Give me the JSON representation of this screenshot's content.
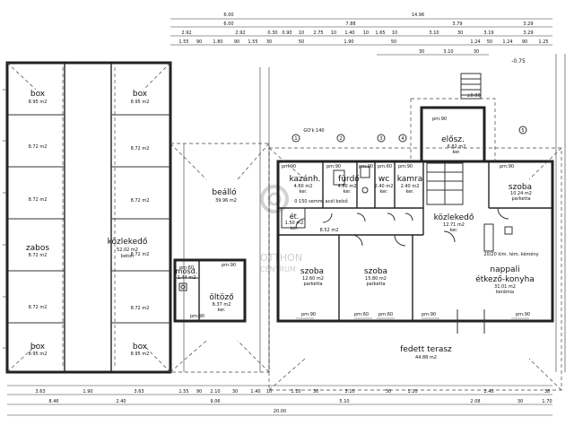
{
  "watermark": {
    "name": "OTTHON",
    "sub": "CENTRUM"
  },
  "rooms": [
    {
      "id": "box-tl",
      "name": "box",
      "area": "8.95 m2"
    },
    {
      "id": "box-tr",
      "name": "box",
      "area": "8.95 m2"
    },
    {
      "id": "cell-l2",
      "name": "",
      "area": "8.72 m2"
    },
    {
      "id": "cell-r2",
      "name": "",
      "area": "8.72 m2"
    },
    {
      "id": "cell-l3",
      "name": "",
      "area": "8.72 m2"
    },
    {
      "id": "cell-r3",
      "name": "",
      "area": "8.72 m2"
    },
    {
      "id": "zabos",
      "name": "zabos",
      "area": "8.72 m2"
    },
    {
      "id": "cell-r4",
      "name": "",
      "area": "8.72 m2"
    },
    {
      "id": "cell-l5",
      "name": "",
      "area": "8.72 m2"
    },
    {
      "id": "cell-r5",
      "name": "",
      "area": "8.72 m2"
    },
    {
      "id": "cell-l6",
      "name": "",
      "area": "8.72 m2"
    },
    {
      "id": "cell-r6",
      "name": "",
      "area": "8.72 m2"
    },
    {
      "id": "box-bl",
      "name": "box",
      "area": "8.95 m2"
    },
    {
      "id": "box-br",
      "name": "box",
      "area": "8.95 m2"
    },
    {
      "id": "kozl1",
      "name": "közlekedő",
      "area": "52.02 m2",
      "finish": "beton"
    },
    {
      "id": "beallo",
      "name": "beálló",
      "area": "39.96 m2"
    },
    {
      "id": "mosd",
      "name": "mosd.",
      "area": "1.44 m2"
    },
    {
      "id": "oltozo",
      "name": "öltöző",
      "area": "8.37 m2",
      "finish": "ker."
    },
    {
      "id": "elosz",
      "name": "elősz.",
      "area": "6.82 m2",
      "finish": "ker."
    },
    {
      "id": "kazanh",
      "name": "kazánh.",
      "area": "4.60 m2",
      "finish": "ker."
    },
    {
      "id": "furdo",
      "name": "fürdő",
      "area": "4.60 m2",
      "finish": "ker."
    },
    {
      "id": "wc",
      "name": "wc",
      "area": "2.40 m2",
      "finish": "ker."
    },
    {
      "id": "kamra",
      "name": "kamra",
      "area": "2.40 m2",
      "finish": "ker."
    },
    {
      "id": "et",
      "name": "ét.",
      "area": "1.50 m2",
      "finish": "ker."
    },
    {
      "id": "szoba1",
      "name": "szoba",
      "area": "10.24 m2",
      "finish": "parketta"
    },
    {
      "id": "kozl2",
      "name": "közlekedő",
      "area": "12.71 m2",
      "finish": "ker."
    },
    {
      "id": "szoba2",
      "name": "szoba",
      "area": "12.60 m2",
      "finish": "parketta"
    },
    {
      "id": "szoba3",
      "name": "szoba",
      "area": "15.80 m2",
      "finish": "parketta"
    },
    {
      "id": "nappali",
      "name": "nappali",
      "name2": "étkező-konyha",
      "area": "31.01 m2",
      "finish": "kerámia"
    },
    {
      "id": "terasz",
      "name": "fedett terasz",
      "area": "44.88 m2"
    }
  ],
  "dims_top": {
    "row1": [
      "6.00",
      "14.96"
    ],
    "row2": [
      "6.00",
      "7.88",
      "3.79",
      "3.29"
    ],
    "row3": [
      "2.92",
      "2.92",
      "0.30",
      "0.90",
      "10",
      "2.75",
      "10",
      "1.40",
      "10",
      "1.65",
      "10",
      "3.10",
      "30",
      "3.19",
      "3.29"
    ],
    "row4": [
      "1.55",
      "90",
      "1.80",
      "90",
      "1.55",
      "30",
      "50",
      "1.90",
      "50",
      "1.24",
      "50",
      "1.24",
      "90",
      "1.25"
    ],
    "row5": [
      "30",
      "3.10",
      "30"
    ]
  },
  "dims_bottom": {
    "row1": [
      "3.63",
      "1.90",
      "3.63",
      "1.55",
      "90",
      "2.10",
      "30",
      "1.40",
      "10",
      "1.10",
      "30",
      "3.10",
      "30",
      "1.20",
      "2.40",
      "38"
    ],
    "row2": [
      "8.46",
      "2.40",
      "9.06",
      "5.10",
      "2.08",
      "30",
      "1.70"
    ],
    "row3": [
      "20.00"
    ]
  },
  "labels": {
    "gok": "GO'k 140",
    "chimney": "20/20 klm. tém. kémény",
    "lintel": "0 150 semmi acél belső",
    "elev": "-0.75",
    "level": "±0.00",
    "wall_dim": "8.52 m2"
  },
  "openings": [
    "pm:90",
    "pm:90",
    "pm:90",
    "pm:90",
    "pm:60",
    "pm:90",
    "pm:90",
    "pm:90",
    "pm:60",
    "pm:60",
    "pm:90",
    "pm:90",
    "pm:90",
    "pm:90",
    "pm:60"
  ],
  "axis_marks": [
    "1",
    "2",
    "3",
    "4",
    "5"
  ]
}
